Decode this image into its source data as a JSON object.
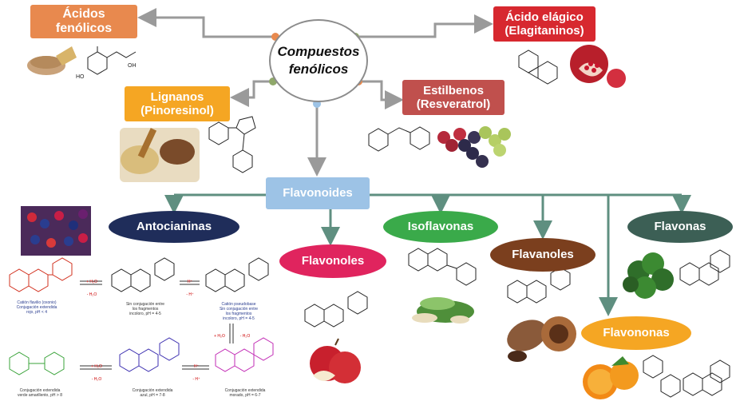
{
  "center": {
    "label": "Compuestos\nfenólicos"
  },
  "nodes": {
    "acidos_fenolicos": "Ácidos\nfenólicos",
    "acido_elagico": "Ácido elágico\n(Elagitaninos)",
    "lignanos": "Lignanos\n(Pinoresinol)",
    "estilbenos": "Estilbenos\n(Resveratrol)",
    "flavonoides": "Flavonoides",
    "antocianinas": "Antocianinas",
    "flavonoles": "Flavonoles",
    "isoflavonas": "Isoflavonas",
    "flavanoles": "Flavanoles",
    "flavonas": "Flavonas",
    "flavononas": "Flavononas"
  },
  "captions": {
    "flavilio": "Catión flavilio (oxonio)\nConjugación extendida\nrojo, pH < 4",
    "hemicetal": "Sin conjugación entre\nlos fragmentos\nincoloro, pH = 4-5",
    "pseudobase": "Catión pseudobase\nSin conjugación entre\nlos fragmentos\nincoloro, pH = 4-5",
    "chalcona": "Conjugación extendida\nverde amarillento, pH > 8",
    "quinoidal_azul": "Conjugación extendida\nazul, pH = 7-8",
    "quinoidal_morado": "Conjugación extendida\nmorado, pH = 6-7"
  },
  "reactions": {
    "plus_h2o": "+ H₂O",
    "minus_h2o": "- H₂O",
    "plus_h": "H⁺",
    "minus_h": "- H⁺"
  },
  "colors": {
    "acidos": "#e8894e",
    "elagico": "#d7282f",
    "lignanos": "#f5a623",
    "estilbenos": "#c0504d",
    "flavonoides": "#9dc3e6",
    "antocianinas": "#1f2d5a",
    "flavonoles": "#e0245e",
    "isoflavonas": "#3aaa4a",
    "flavanoles": "#7b3f1e",
    "flavonas": "#3c5f55",
    "flavononas": "#f5a623",
    "connector": "#9a9a9a",
    "flav_connector": "#5f8f80"
  },
  "icons": [
    "wheat-grain-image",
    "pomegranate-image",
    "sesame-flax-seeds-image",
    "grapes-image",
    "berries-image",
    "apple-image",
    "soybean-image",
    "cocoa-pod-image",
    "parsley-image",
    "orange-image"
  ]
}
